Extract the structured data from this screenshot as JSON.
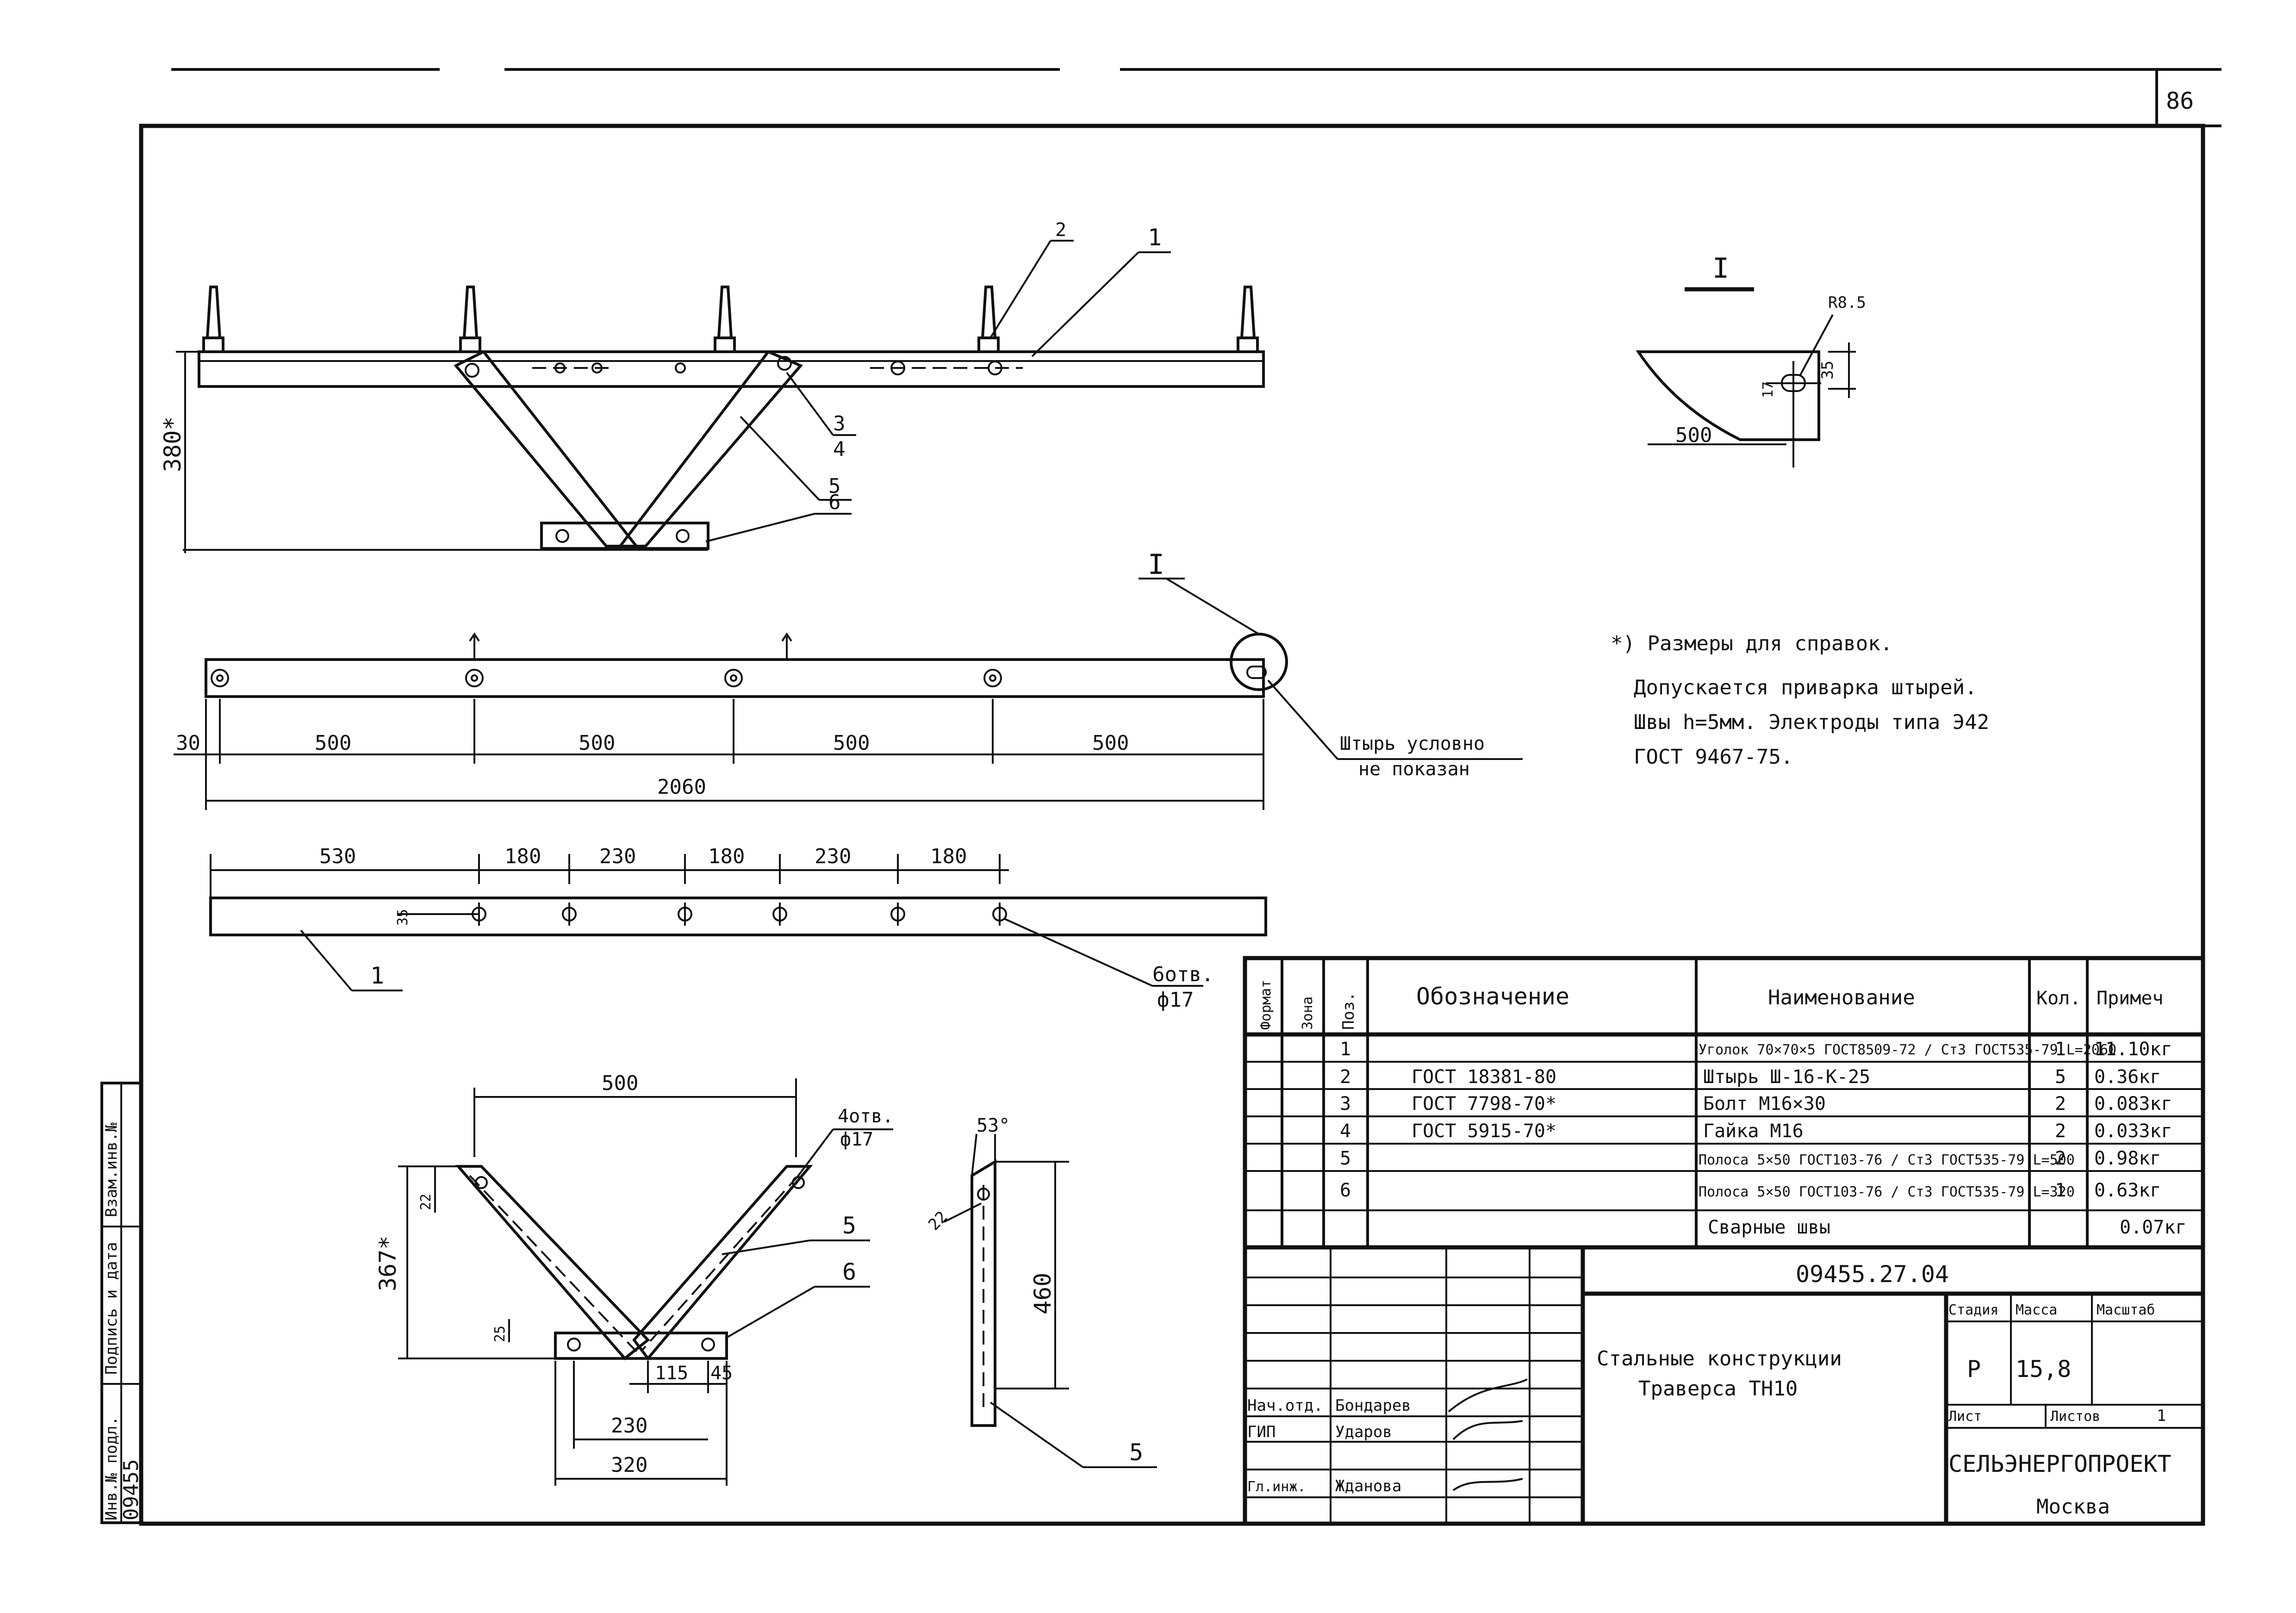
{
  "sheet": {
    "page_number": "86",
    "document_code": "09455.27.04",
    "title_line1": "Стальные конструкции",
    "title_line2": "Траверса ТН10",
    "organization": "СЕЛЬЭНЕРГОПРОЕКТ",
    "city": "Москва"
  },
  "views": {
    "main": {
      "height_dim": "380*",
      "callouts": [
        "2",
        "1",
        "3",
        "4",
        "5",
        "6"
      ],
      "section_mark": "I"
    },
    "plan": {
      "dims": [
        "30",
        "500",
        "500",
        "500",
        "500"
      ],
      "total": "2060",
      "pin_note_line1": "Штырь условно",
      "pin_note_line2": "не показан",
      "section_mark": "I"
    },
    "holes": {
      "dims": [
        "530",
        "180",
        "230",
        "180",
        "230",
        "180"
      ],
      "edge": "35",
      "note_line1": "6отв.",
      "note_line2": "ф17",
      "callout": "1"
    },
    "detail_I": {
      "mark": "I",
      "radius": "R8.5",
      "dim_35": "35",
      "dim_17": "17",
      "dim_500": "500"
    },
    "v_assembly": {
      "width": "500",
      "height": "367*",
      "dim_22": "22",
      "dim_25": "25",
      "dim_115": "115",
      "dim_45": "45",
      "dim_230": "230",
      "dim_320": "320",
      "holes_line1": "4отв.",
      "holes_line2": "ф17",
      "callout_5": "5",
      "callout_6": "6"
    },
    "strip": {
      "angle": "53°",
      "dim_22": "22",
      "dim_460": "460",
      "callout": "5"
    }
  },
  "notes": {
    "line1": "*) Размеры для справок.",
    "line2": "Допускается приварка штырей.",
    "line3": "Швы h=5мм. Электроды типа Э42",
    "line4": "ГОСТ 9467-75."
  },
  "spec_table": {
    "headers": [
      "Формат",
      "Зона",
      "Поз.",
      "Обозначение",
      "Наименование",
      "Кол.",
      "Примеч"
    ],
    "rows": [
      {
        "pos": "1",
        "designation": "",
        "name": "Уголок 70×70×5 ГОСТ8509-72 / Ст3 ГОСТ535-79 L=2060",
        "qty": "1",
        "note": "11.10кг"
      },
      {
        "pos": "2",
        "designation": "ГОСТ 18381-80",
        "name": "Штырь Ш-16-К-25",
        "qty": "5",
        "note": "0.36кг"
      },
      {
        "pos": "3",
        "designation": "ГОСТ 7798-70*",
        "name": "Болт М16×30",
        "qty": "2",
        "note": "0.083кг"
      },
      {
        "pos": "4",
        "designation": "ГОСТ 5915-70*",
        "name": "Гайка М16",
        "qty": "2",
        "note": "0.033кг"
      },
      {
        "pos": "5",
        "designation": "",
        "name": "Полоса 5×50 ГОСТ103-76 / Ст3 ГОСТ535-79 L=500",
        "qty": "2",
        "note": "0.98кг"
      },
      {
        "pos": "6",
        "designation": "",
        "name": "Полоса 5×50 ГОСТ103-76 / Ст3 ГОСТ535-79 L=320",
        "qty": "1",
        "note": "0.63кг"
      },
      {
        "pos": "",
        "designation": "",
        "name": "Сварные швы",
        "qty": "",
        "note": "0.07кг"
      }
    ]
  },
  "title_block": {
    "roles": [
      "Нач.отд.",
      "ГИП",
      "Гл.инж."
    ],
    "names": [
      "Бондарев",
      "Ударов",
      "Жданова"
    ],
    "stage_label": "Стадия",
    "mass_label": "Масса",
    "scale_label": "Масштаб",
    "stage": "Р",
    "mass": "15,8",
    "sheet_label": "Лист",
    "sheets_label": "Листов",
    "sheets": "1"
  },
  "left_strip": {
    "labels": [
      "Взам.инв.№",
      "Подпись и дата",
      "Инв.№ подл."
    ],
    "inv_no": "09455"
  }
}
